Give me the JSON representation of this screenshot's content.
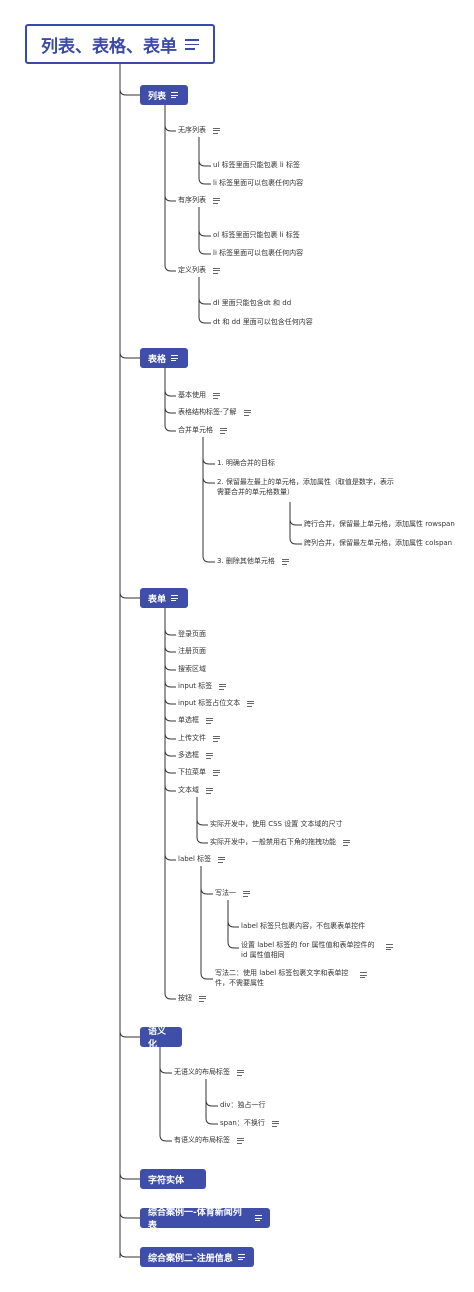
{
  "root": {
    "label": "列表、表格、表单"
  },
  "sections": {
    "lists": {
      "label": "列表",
      "unordered": {
        "label": "无序列表",
        "items": [
          "ul 标签里面只能包裹 li 标签",
          "li 标签里面可以包裹任何内容"
        ]
      },
      "ordered": {
        "label": "有序列表",
        "items": [
          "ol 标签里面只能包裹 li 标签",
          "li 标签里面可以包裹任何内容"
        ]
      },
      "definition": {
        "label": "定义列表",
        "items": [
          "dl 里面只能包含dt 和 dd",
          "dt 和 dd 里面可以包含任何内容"
        ]
      }
    },
    "tables": {
      "label": "表格",
      "basic": "基本使用",
      "structure": "表格结构标签-了解",
      "merge": {
        "label": "合并单元格",
        "step1": "1. 明确合并的目标",
        "step2": "2. 保留最左最上的单元格，添加属性（取值是数字，表示需要合并的单元格数量）",
        "rowspan": "跨行合并，保留最上单元格，添加属性 rowspan",
        "colspan": "跨列合并，保留最左单元格，添加属性 colspan",
        "step3": "3. 删除其他单元格"
      }
    },
    "forms": {
      "label": "表单",
      "items": [
        "登录页面",
        "注册页面",
        "搜索区域",
        "input 标签",
        "input 标签占位文本",
        "单选框",
        "上传文件",
        "多选框",
        "下拉菜单",
        "文本域"
      ],
      "textarea_notes": [
        "实际开发中，使用 CSS 设置 文本域的尺寸",
        "实际开发中，一般禁用右下角的拖拽功能"
      ],
      "label_tag": {
        "label": "label 标签",
        "way1": "写法一",
        "way1_notes": [
          "label 标签只包裹内容，不包裹表单控件",
          "设置 label 标签的 for 属性值和表单控件的 id 属性值相同"
        ],
        "way2": "写法二：使用 label 标签包裹文字和表单控件，不需要属性"
      },
      "button": "按钮"
    },
    "semantic": {
      "label": "语义化",
      "non_semantic": "无语义的布局标签",
      "non_semantic_items": [
        "div：独占一行",
        "span：不换行"
      ],
      "semantic_tags": "有语义的布局标签"
    },
    "entities": {
      "label": "字符实体"
    },
    "case1": {
      "label": "综合案例一-体育新闻列表"
    },
    "case2": {
      "label": "综合案例二-注册信息"
    }
  },
  "colors": {
    "primary": "#3f4ea8",
    "root_border": "#3a4aa8",
    "line": "#333333",
    "text": "#333333"
  },
  "icons": {
    "notes": "notes-icon"
  }
}
